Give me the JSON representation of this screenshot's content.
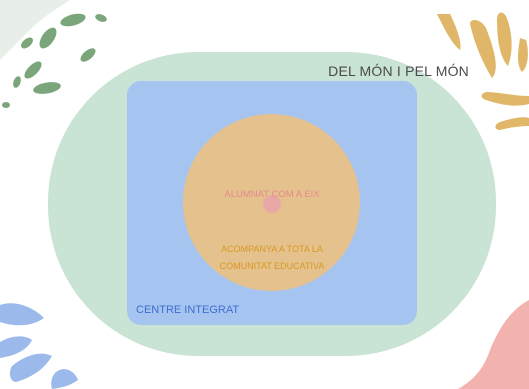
{
  "diagram": {
    "outer": {
      "label": "DEL MÓN I PEL MÓN",
      "color": "#c9e3d4"
    },
    "middle": {
      "label": "CENTRE INTEGRAT",
      "color": "#a6c4f0"
    },
    "inner": {
      "label_top": "ALUMNAT COM A EIX",
      "label_bottom_line1": "ACOMPANYA A TOTA LA",
      "label_bottom_line2": "COMUNITAT EDUCATIVA",
      "color": "#e5c18e"
    }
  },
  "decorations": {
    "top_left": {
      "icon": "leaf-cluster-icon",
      "color": "#7ba67c"
    },
    "top_right": {
      "icon": "sunburst-icon",
      "color": "#e0b768"
    },
    "bottom_left": {
      "icon": "petal-cluster-icon",
      "color": "#9bb9ea"
    },
    "bottom_right": {
      "icon": "blob-icon",
      "color": "#f2b2ad"
    }
  }
}
